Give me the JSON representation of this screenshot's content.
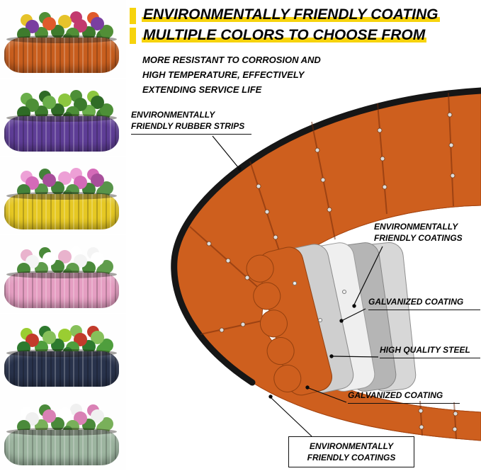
{
  "header": {
    "accent_color": "#F6D30D",
    "title_line1": "ENVIRONMENTALLY FRIENDLY COATING",
    "title_line2": "MULTIPLE COLORS TO CHOOSE FROM",
    "subtitle_line1": "MORE RESISTANT TO CORROSION AND",
    "subtitle_line2": "HIGH TEMPERATURE, EFFECTIVELY",
    "subtitle_line3": "EXTENDING SERVICE LIFE"
  },
  "callouts": {
    "rubber_strips_line1": "ENVIRONMENTALLY",
    "rubber_strips_line2": "FRIENDLY RUBBER STRIPS",
    "coatings_top_line1": "ENVIRONMENTALLY",
    "coatings_top_line2": "FRIENDLY COATINGS",
    "galvanized_top": "GALVANIZED COATING",
    "steel": "HIGH QUALITY STEEL",
    "galvanized_bottom": "GALVANIZED COATING",
    "coatings_bottom_line1": "ENVIRONMENTALLY",
    "coatings_bottom_line2": "FRIENDLY COATINGS"
  },
  "product": {
    "body_color": "#CE5F1E",
    "rubber_strip_color": "#161616",
    "steel_color": "#EFEFEF",
    "galvanized_color": "#C9C9C9"
  },
  "color_options": [
    {
      "name": "orange",
      "color": "#C85E1E"
    },
    {
      "name": "purple",
      "color": "#5E3D96"
    },
    {
      "name": "yellow",
      "color": "#E6C823"
    },
    {
      "name": "pink",
      "color": "#E59EC2"
    },
    {
      "name": "navy",
      "color": "#28324B"
    },
    {
      "name": "sage-green",
      "color": "#9CB49F"
    }
  ]
}
